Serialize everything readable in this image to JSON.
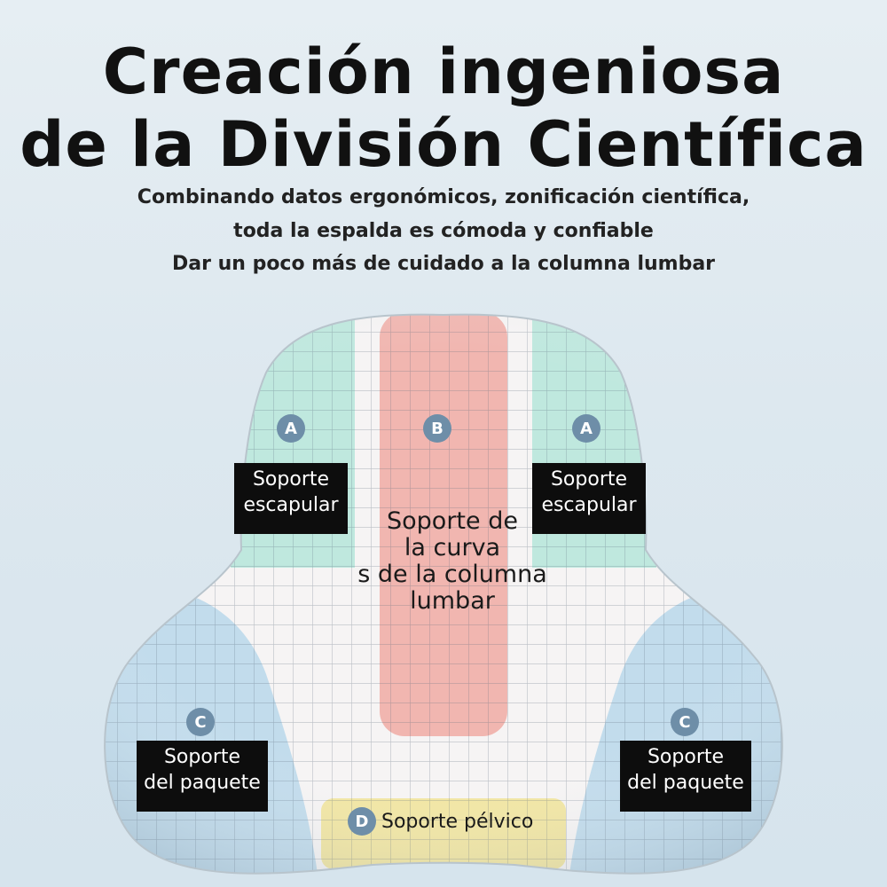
{
  "title": {
    "line1": "Creación ingeniosa",
    "line2": "de la División Científica"
  },
  "subtitle": {
    "line1": "Combinando datos ergonómicos, zonificación científica,",
    "line2": "toda la espalda es cómoda y confiable",
    "line3": "Dar un poco más de cuidado a la columna lumbar"
  },
  "zones": {
    "a_left": {
      "letter": "A",
      "line1": "Soporte",
      "line2": "escapular"
    },
    "a_right": {
      "letter": "A",
      "line1": "Soporte",
      "line2": "escapular"
    },
    "b": {
      "letter": "B",
      "line1": "Soporte de",
      "line2": "la curva",
      "line3": "s de la columna",
      "line4": "lumbar"
    },
    "c_left": {
      "letter": "C",
      "line1": "Soporte",
      "line2": "del paquete"
    },
    "c_right": {
      "letter": "C",
      "line1": "Soporte",
      "line2": "del paquete"
    },
    "d": {
      "letter": "D",
      "label": "Soporte pélvico"
    }
  },
  "colors": {
    "zone_a": "#bfe8de",
    "zone_b": "#f1b6b0",
    "zone_c": "#c2dcec",
    "zone_d": "#f2e6a3",
    "cushion_base": "#f6f4f4",
    "badge": "#6e8ea8",
    "label_box": "#0d0d0d"
  }
}
